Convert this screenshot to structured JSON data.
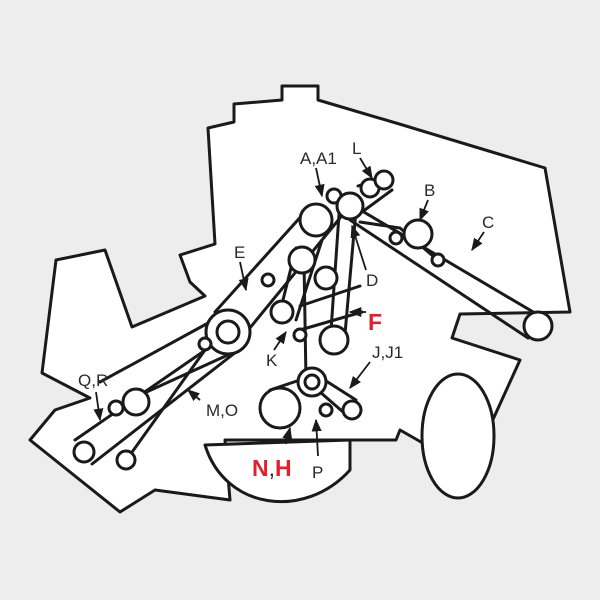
{
  "colors": {
    "background": "#ededed",
    "line": "#1a1a1a",
    "fill": "#ffffff",
    "highlight": "#e2202c",
    "label": "#2a2a2a"
  },
  "labels": {
    "a_a1": "A,A1",
    "l": "L",
    "b": "B",
    "c": "C",
    "e": "E",
    "d": "D",
    "f": "F",
    "k": "K",
    "j_j1": "J,J1",
    "q_r": "Q,R",
    "m_o": "M,O",
    "n": "N",
    "comma": ",",
    "h": "H",
    "p": "P"
  }
}
